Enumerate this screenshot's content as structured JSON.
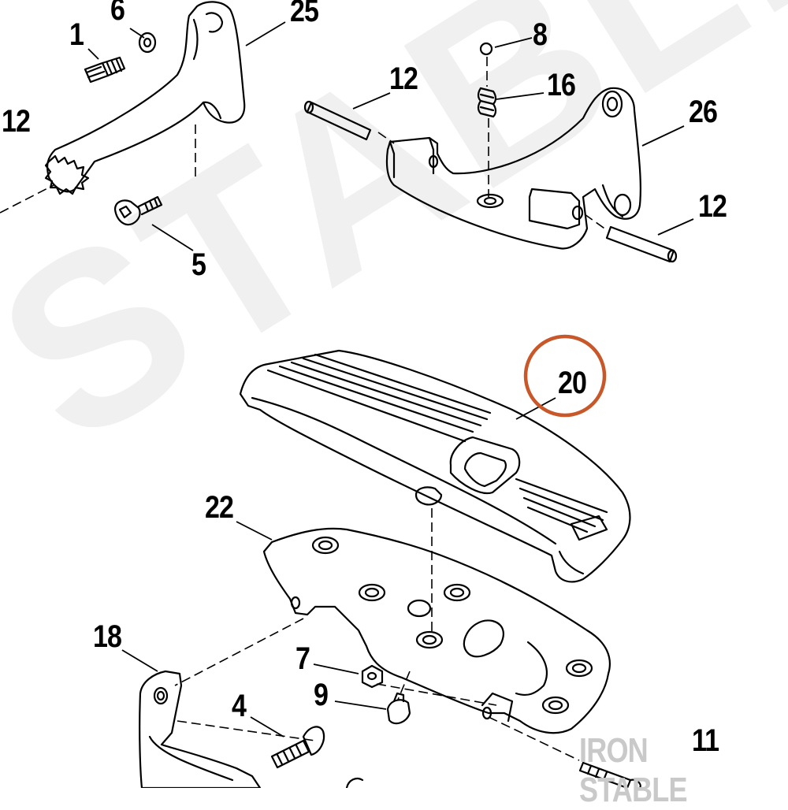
{
  "watermark": {
    "background_text": "STABLE",
    "corner_text": "IRON STABLE",
    "color": "#c9c9c9"
  },
  "highlight": {
    "part": "20",
    "ring_color": "#c8582a"
  },
  "callouts": {
    "c1": "1",
    "c6": "6",
    "c25": "25",
    "c12_left": "12",
    "c5": "5",
    "c8": "8",
    "c12_top": "12",
    "c16": "16",
    "c26": "26",
    "c12_right": "12",
    "c20": "20",
    "c22": "22",
    "c18": "18",
    "c7": "7",
    "c9": "9",
    "c4": "4",
    "c11": "11"
  }
}
